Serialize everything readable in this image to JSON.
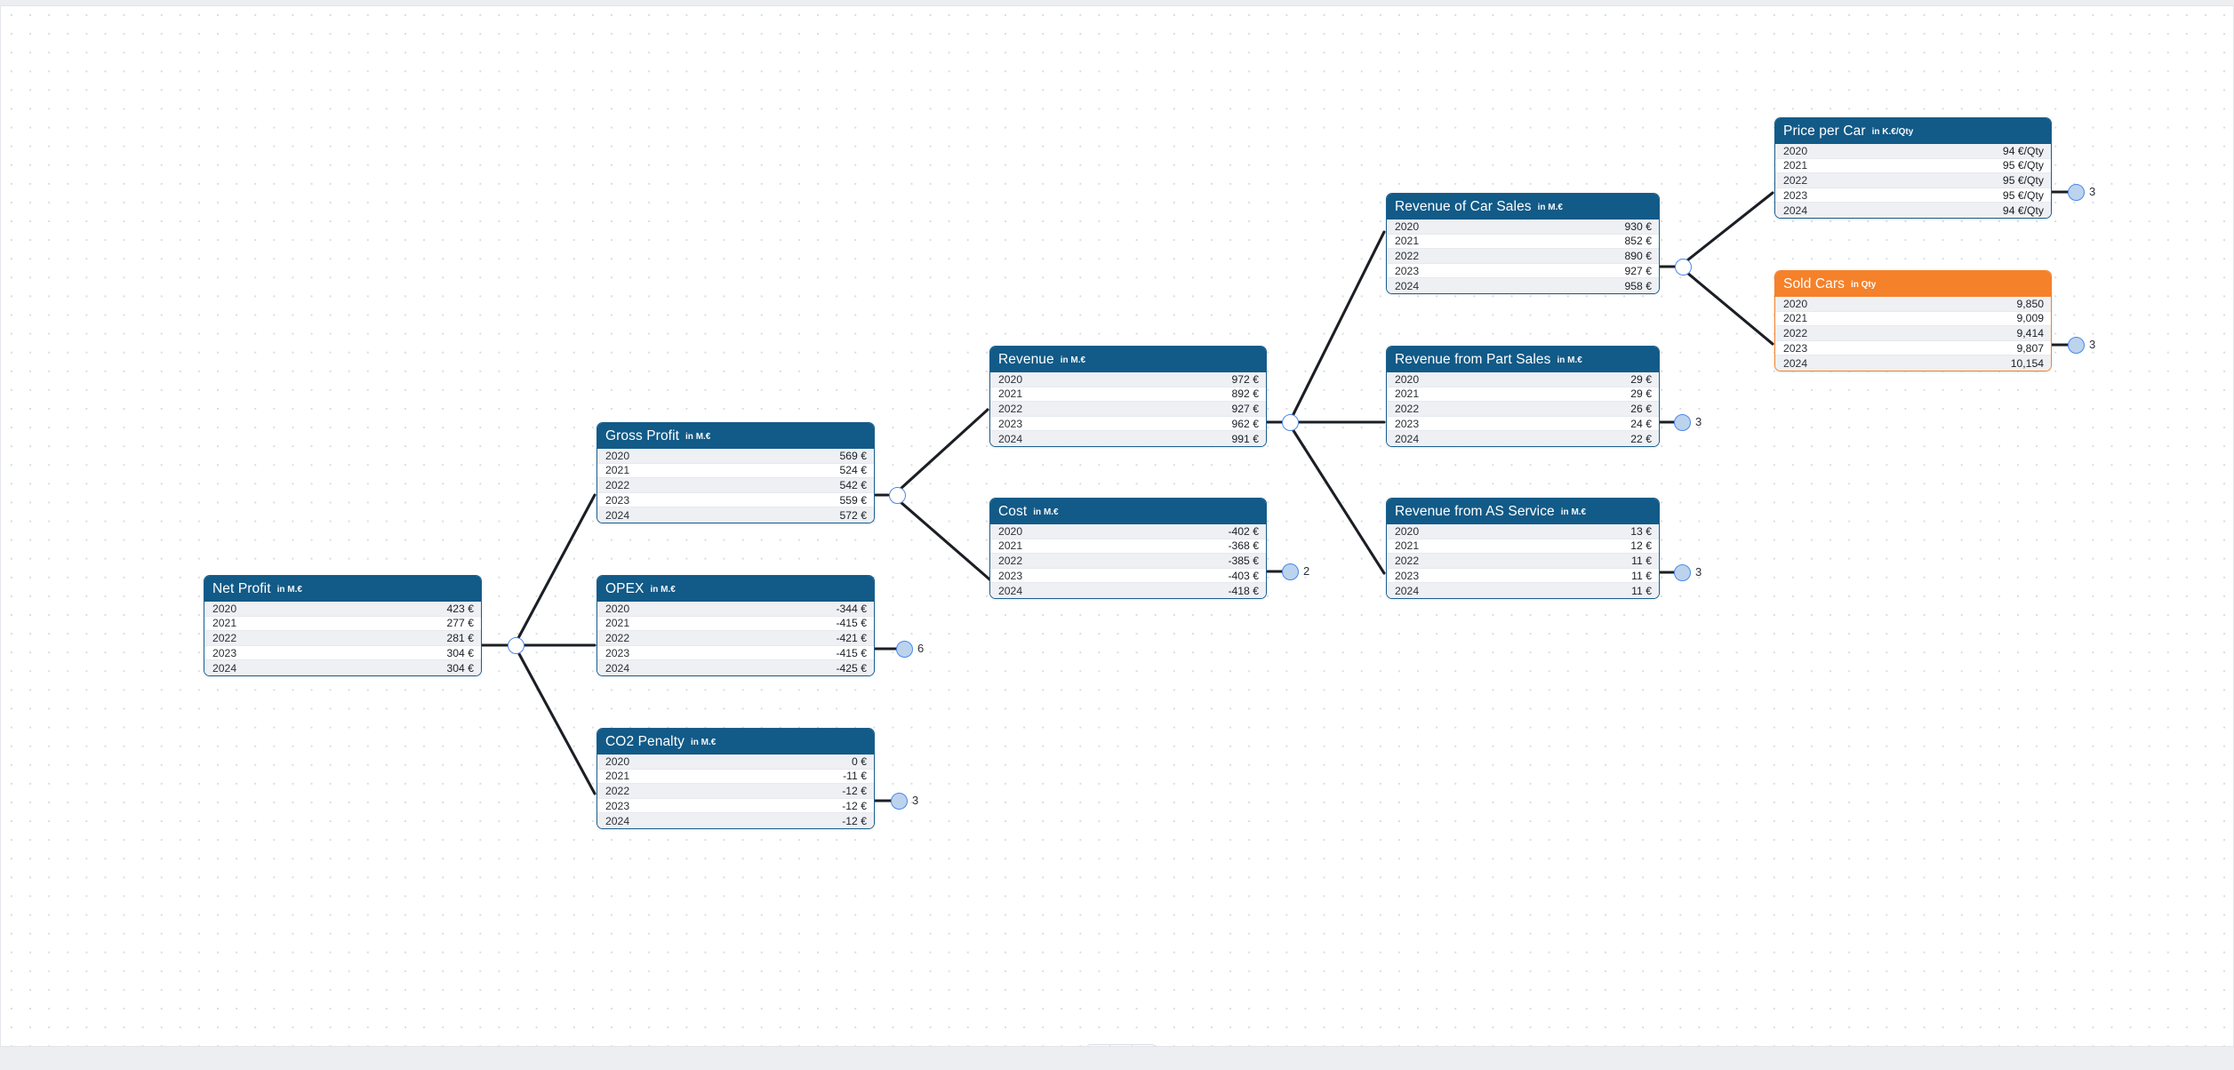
{
  "theme": {
    "header_blue": "#125a87",
    "header_orange": "#f5812a",
    "node_stroke": "#4a86e8",
    "node_fill": "#bcd3ee",
    "edge": "#1b1f25"
  },
  "years": [
    "2020",
    "2021",
    "2022",
    "2023",
    "2024"
  ],
  "cards": {
    "net_profit": {
      "title": "Net Profit",
      "unit": "in M.€",
      "values": [
        "423 €",
        "277 €",
        "281 €",
        "304 €",
        "304 €"
      ]
    },
    "gross_profit": {
      "title": "Gross Profit",
      "unit": "in M.€",
      "values": [
        "569 €",
        "524 €",
        "542 €",
        "559 €",
        "572 €"
      ]
    },
    "opex": {
      "title": "OPEX",
      "unit": "in M.€",
      "values": [
        "-344 €",
        "-415 €",
        "-421 €",
        "-415 €",
        "-425 €"
      ]
    },
    "co2_penalty": {
      "title": "CO2 Penalty",
      "unit": "in M.€",
      "values": [
        "0 €",
        "-11 €",
        "-12 €",
        "-12 €",
        "-12 €"
      ]
    },
    "revenue": {
      "title": "Revenue",
      "unit": "in M.€",
      "values": [
        "972 €",
        "892 €",
        "927 €",
        "962 €",
        "991 €"
      ]
    },
    "cost": {
      "title": "Cost",
      "unit": "in M.€",
      "values": [
        "-402 €",
        "-368 €",
        "-385 €",
        "-403 €",
        "-418 €"
      ]
    },
    "rev_car_sales": {
      "title": "Revenue of Car Sales",
      "unit": "in M.€",
      "values": [
        "930 €",
        "852 €",
        "890 €",
        "927 €",
        "958 €"
      ]
    },
    "rev_part_sales": {
      "title": "Revenue from Part Sales",
      "unit": "in M.€",
      "values": [
        "29 €",
        "29 €",
        "26 €",
        "24 €",
        "22 €"
      ]
    },
    "rev_as_service": {
      "title": "Revenue from AS Service",
      "unit": "in M.€",
      "values": [
        "13 €",
        "12 €",
        "11 €",
        "11 €",
        "11 €"
      ]
    },
    "price_per_car": {
      "title": "Price per Car",
      "unit": "in K.€/Qty",
      "values": [
        "94 €/Qty",
        "95 €/Qty",
        "95 €/Qty",
        "95 €/Qty",
        "94 €/Qty"
      ]
    },
    "sold_cars": {
      "title": "Sold Cars",
      "unit": "in Qty",
      "values": [
        "9,850",
        "9,009",
        "9,414",
        "9,807",
        "10,154"
      ]
    }
  },
  "badges": {
    "opex": "6",
    "co2_penalty": "3",
    "cost": "2",
    "rev_part_sales": "3",
    "rev_as_service": "3",
    "price_per_car": "3",
    "sold_cars": "3"
  },
  "toolbar": {
    "zoom_in": "zoom-in",
    "zoom_out": "zoom-out",
    "fit_screen": "fit-to-screen"
  }
}
